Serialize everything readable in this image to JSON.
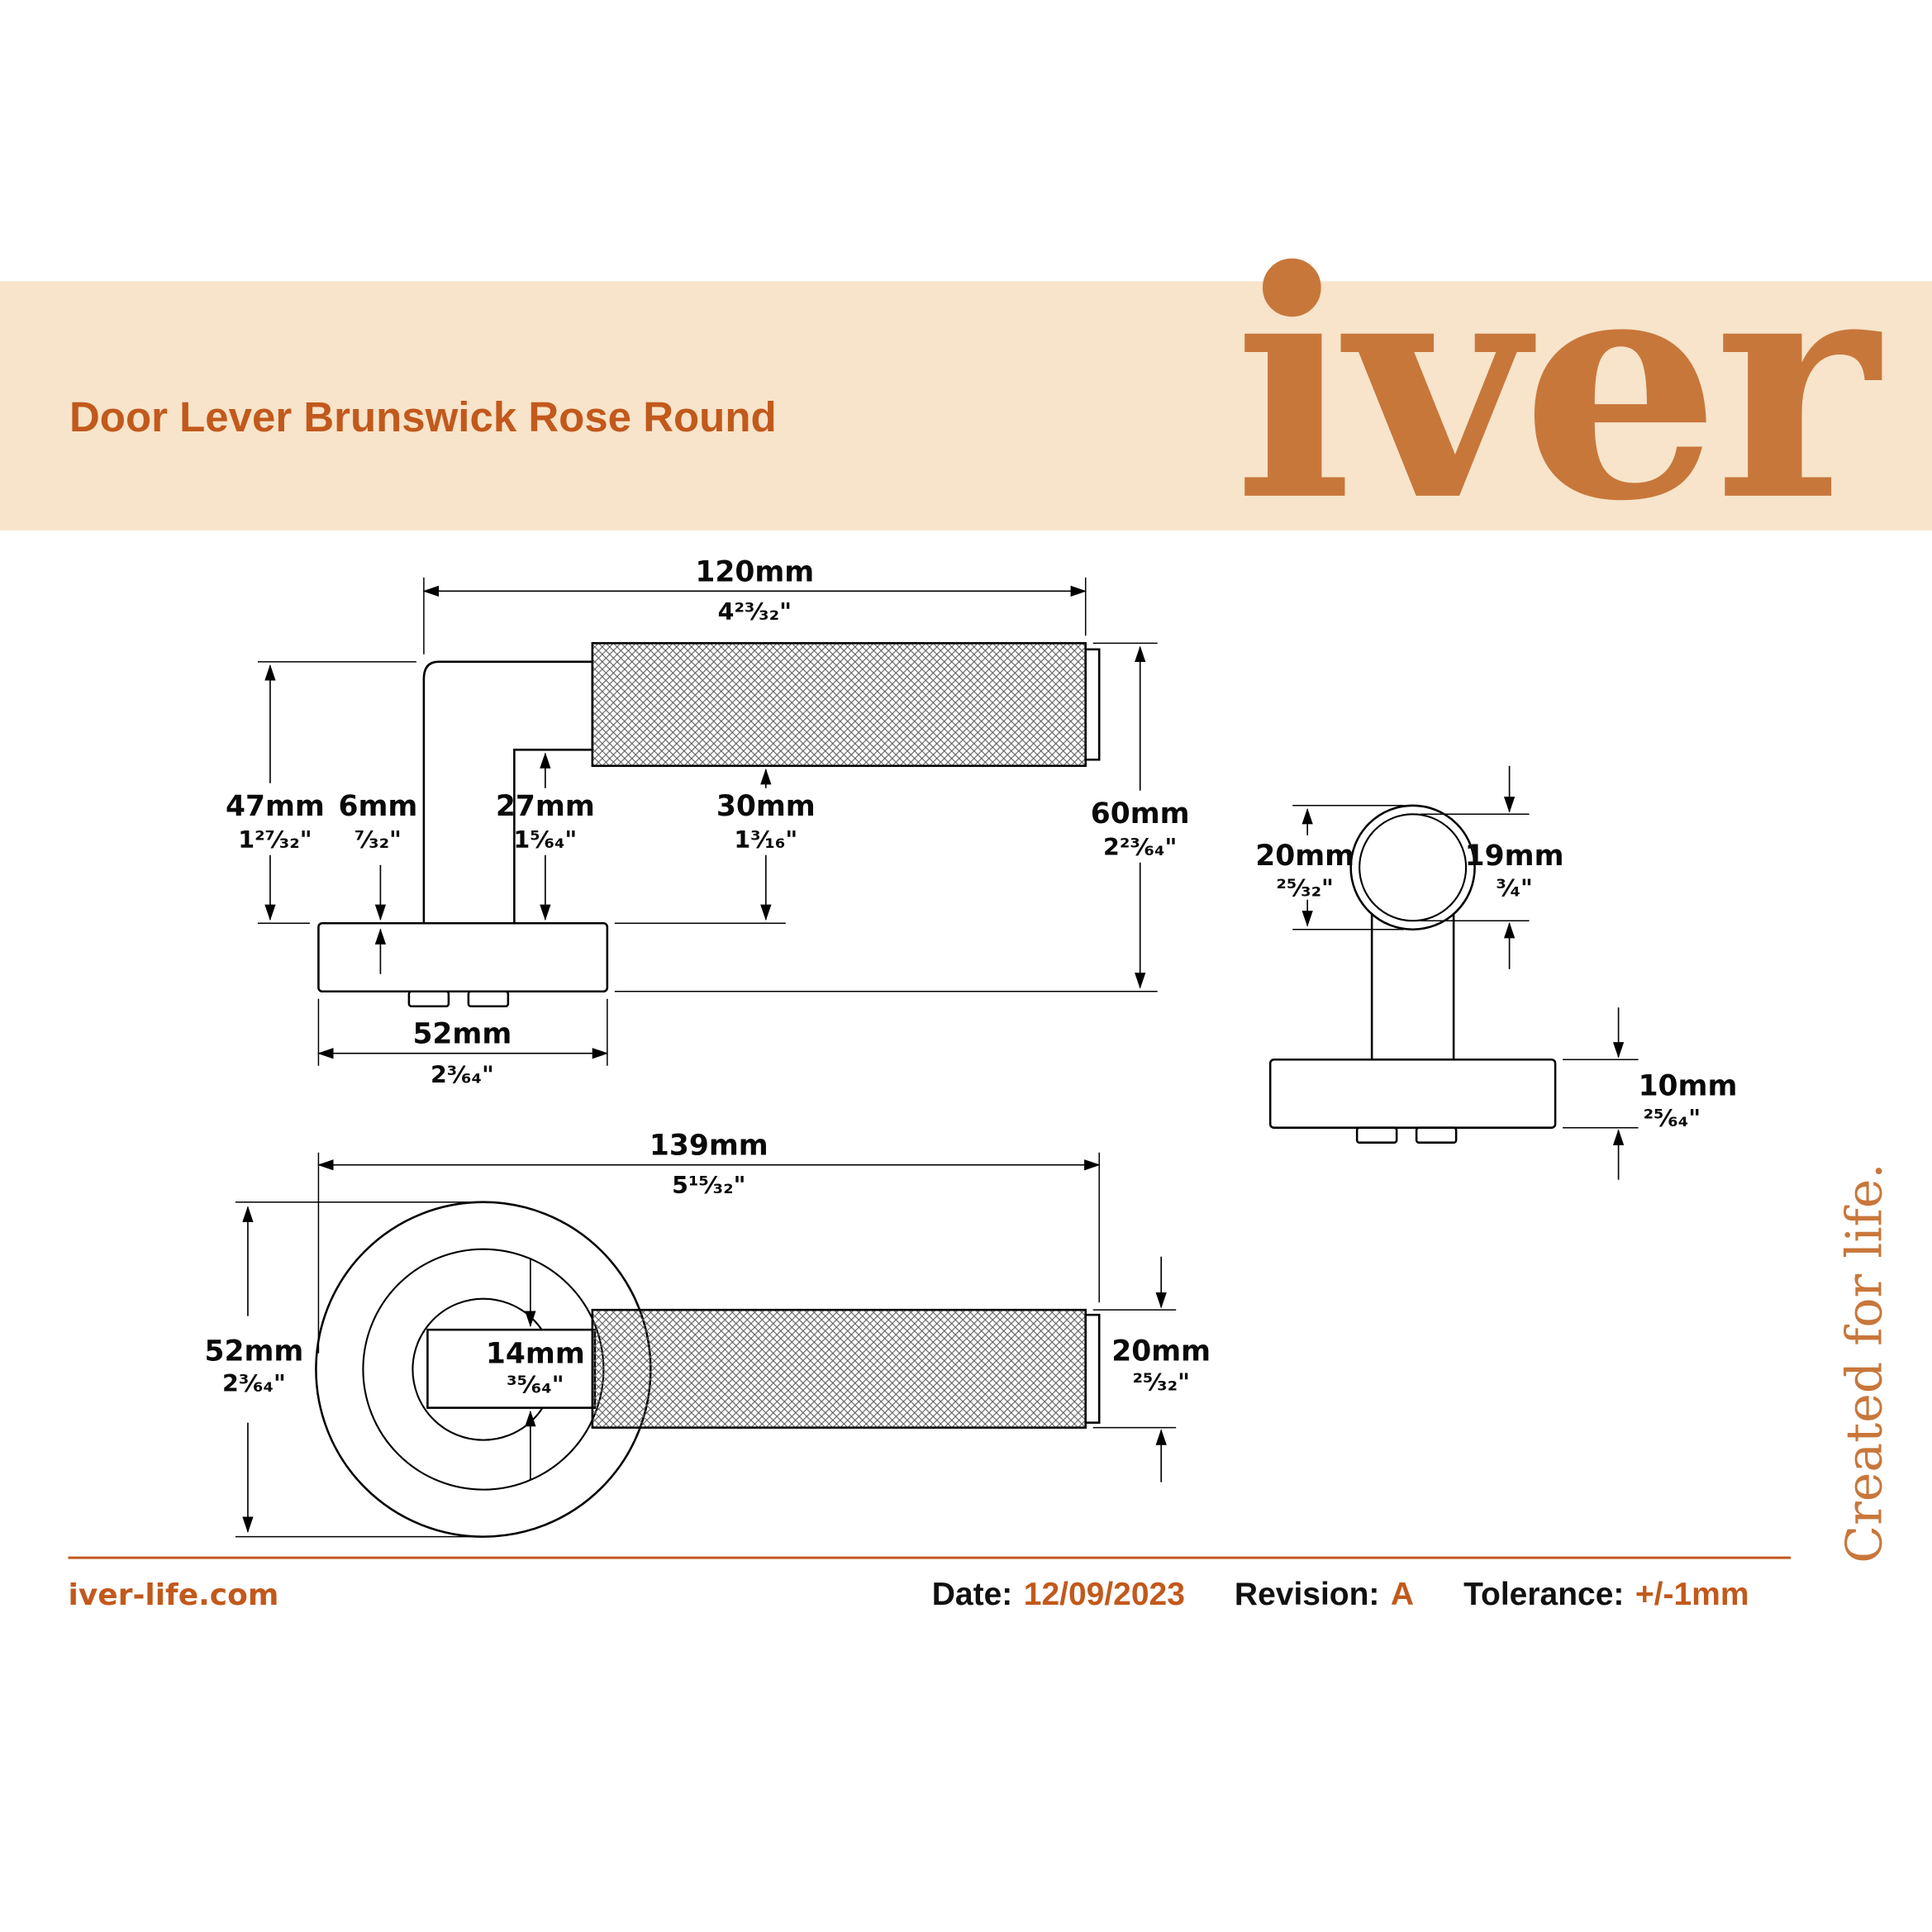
{
  "header": {
    "title": "Door Lever Brunswick Rose Round",
    "logo_text": "iver"
  },
  "brand": {
    "vertical_tagline": "Created for life.",
    "website": "iver-life.com"
  },
  "footer": {
    "date_label": "Date:",
    "date_value": "12/09/2023",
    "revision_label": "Revision:",
    "revision_value": "A",
    "tolerance_label": "Tolerance:",
    "tolerance_value": "+/-1mm"
  },
  "colors": {
    "band": "#F7E4CA",
    "accent": "#C2591C",
    "logo": "#C8773B"
  },
  "dims": {
    "d120": {
      "mm": "120mm",
      "in": "4²³⁄₃₂\""
    },
    "d47": {
      "mm": "47mm",
      "in": "1²⁷⁄₃₂\""
    },
    "d6": {
      "mm": "6mm",
      "in": "⁷⁄₃₂\""
    },
    "d27": {
      "mm": "27mm",
      "in": "1⁵⁄₆₄\""
    },
    "d30": {
      "mm": "30mm",
      "in": "1³⁄₁₆\""
    },
    "d60": {
      "mm": "60mm",
      "in": "2²³⁄₆₄\""
    },
    "d52s": {
      "mm": "52mm",
      "in": "2³⁄₆₄\""
    },
    "d20f": {
      "mm": "20mm",
      "in": "²⁵⁄₃₂\""
    },
    "d19": {
      "mm": "19mm",
      "in": "³⁄₄\""
    },
    "d10": {
      "mm": "10mm",
      "in": "²⁵⁄₆₄\""
    },
    "d139": {
      "mm": "139mm",
      "in": "5¹⁵⁄₃₂\""
    },
    "d52t": {
      "mm": "52mm",
      "in": "2³⁄₆₄\""
    },
    "d14": {
      "mm": "14mm",
      "in": "³⁵⁄₆₄\""
    },
    "d20t": {
      "mm": "20mm",
      "in": "²⁵⁄₃₂\""
    }
  }
}
